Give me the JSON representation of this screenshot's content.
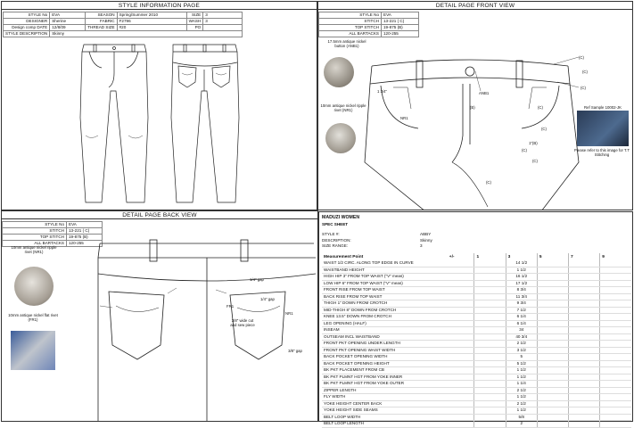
{
  "info": {
    "title": "STYLE INFORMATION PAGE",
    "left": [
      {
        "k": "STYLE No",
        "v": "EVA"
      },
      {
        "k": "DESIGNER",
        "v": "Sherine"
      },
      {
        "k": "Design comp DATE",
        "v": "12/8/09"
      },
      {
        "k": "STYLE DESCRIPTION",
        "v": "Skinny"
      }
    ],
    "mid": [
      {
        "k": "SEASON",
        "v": "Spring/Summer 2010"
      },
      {
        "k": "FABRIC",
        "v": "F2796"
      },
      {
        "k": "THREAD SIZE",
        "v": "#20"
      }
    ],
    "right": [
      {
        "k": "SIZE",
        "v": "3"
      },
      {
        "k": "WASH",
        "v": "3"
      },
      {
        "k": "PO",
        "v": ""
      }
    ]
  },
  "front": {
    "title": "DETAIL PAGE FRONT VIEW",
    "hdr": [
      {
        "k": "STYLE No",
        "v": "EVA"
      },
      {
        "k": "STITCH",
        "v": "13-221 ( C)"
      },
      {
        "k": "TOP STITCH",
        "v": "19-875 (B)"
      },
      {
        "k": "ALL BARTACKS",
        "v": "120-255"
      }
    ],
    "button_label": "17.5mm antique nickel button (ANB1)",
    "rivet_label": "10mm antique nickel ripple rivet (NR1)",
    "ref_label": "Ref Sample 10002-JK",
    "note_label": "Please refer to this image for T.T Stitching",
    "callouts": [
      "(C)",
      "(C)",
      "(C)",
      "(C)",
      "(C)",
      "(C)",
      "(C)",
      "ANB1",
      "1 3/4\"",
      "NR1",
      "1\"(B)",
      "(B)",
      "(C)"
    ]
  },
  "back": {
    "title": "DETAIL PAGE BACK VIEW",
    "hdr": [
      {
        "k": "STYLE No",
        "v": "EVA"
      },
      {
        "k": "STITCH",
        "v": "13-221 ( C)"
      },
      {
        "k": "TOP STITCH",
        "v": "19-875 (B)"
      },
      {
        "k": "ALL BARTACKS",
        "v": "120-255"
      }
    ],
    "rivet_label": "10mm antique nickel ripple rivet (NR1)",
    "flat_label": "10mm antique nickel flat rivet (FR1)",
    "callouts": [
      "1/4\" gap",
      "1/4\" gap",
      "FR1",
      "NR1",
      "3/8\" wide cut and sew piece",
      "3/8\" gap"
    ]
  },
  "spec": {
    "brand": "MADUZI WOMEN",
    "sheet": "SPEC SHEET",
    "meta": [
      {
        "k": "STYLE #:",
        "v": "ABBY"
      },
      {
        "k": "DESCRIPTION:",
        "v": "Skinny"
      },
      {
        "k": "SIZE RANGE:",
        "v": "3"
      }
    ],
    "columns": [
      "Measurement Point",
      "+/-",
      "1",
      "3",
      "5",
      "7",
      "9"
    ],
    "rows": [
      {
        "p": "WAIST 1/2 CIRC. ALONG TOP EDGE IN CURVE",
        "v": "14 1/2"
      },
      {
        "p": "WAISTBAND HEIGHT",
        "v": "1 1/2"
      },
      {
        "p": "HIGH HIP 3\" FROM TOP WAIST (\"V\" meas)",
        "v": "16 1/2"
      },
      {
        "p": "LOW HIP 6\" FROM TOP WAIST (\"V\" meas)",
        "v": "17 1/2"
      },
      {
        "p": "FRONT RISE FROM TOP WAIST",
        "v": "8 3/4"
      },
      {
        "p": "BACK RISE FROM TOP WAIST",
        "v": "11 3/4"
      },
      {
        "p": "THIGH 1\" DOWN FROM CROTCH",
        "v": "9 3/4"
      },
      {
        "p": "MID-THIGH 8\" DOWN FROM CROTCH",
        "v": "7 1/2"
      },
      {
        "p": "KNEE 13.5\" DOWN FROM CROTCH",
        "v": "6 1/4"
      },
      {
        "p": "LEG OPENING (HALF)",
        "v": "6 1/4"
      },
      {
        "p": "INSEAM",
        "v": "34"
      },
      {
        "p": "OUTSEAM INCL WAISTBAND",
        "v": "40 3/4"
      },
      {
        "p": "FRONT PKT OPENING UNDER LENGTH",
        "v": "2 1/2"
      },
      {
        "p": "FRONT PKT OPENING WAIST WIDTH",
        "v": "3 1/2"
      },
      {
        "p": "BACK POCKET OPENING WIDTH",
        "v": "5"
      },
      {
        "p": "BACK POCKET OPENING HEIGHT",
        "v": "5 1/2"
      },
      {
        "p": "BK PKT PLACEMENT FROM CB",
        "v": "1 1/2"
      },
      {
        "p": "BK PKT PLMNT HGT FROM YOKE INNER",
        "v": "1 1/2"
      },
      {
        "p": "BK PKT PLMNT HGT FROM YOKE OUTER",
        "v": "1 1/4"
      },
      {
        "p": "ZIPPER LENGTH",
        "v": "2 1/2"
      },
      {
        "p": "FLY WIDTH",
        "v": "1 1/2"
      },
      {
        "p": "YOKE HEIGHT CENTER BACK",
        "v": "2   1/2"
      },
      {
        "p": "YOKE HEIGHT SIDE SEAMS",
        "v": "1 1/2"
      },
      {
        "p": "BELT LOOP WIDTH",
        "v": "5/8"
      },
      {
        "p": "BELT LOOP LENGTH",
        "v": "2"
      }
    ]
  }
}
